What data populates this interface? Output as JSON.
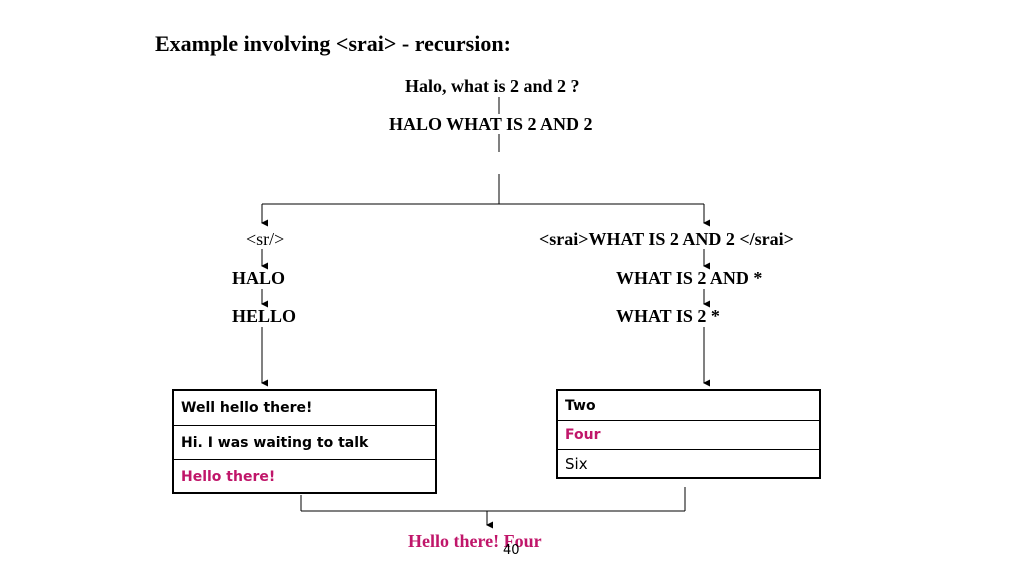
{
  "title": "Example involving <srai> - recursion:",
  "input": "Halo, what is 2 and 2 ?",
  "normalized": "HALO WHAT IS 2 AND 2",
  "left_branch": {
    "tag": "<sr/>",
    "steps": [
      "HALO",
      "HELLO"
    ],
    "templates": [
      "Well hello there!",
      "Hi. I was waiting to talk",
      "Hello there!"
    ]
  },
  "right_branch": {
    "tag": "<srai>WHAT IS 2 AND 2 </srai>",
    "steps": [
      "WHAT IS 2 AND *",
      "WHAT IS 2 *"
    ],
    "templates": [
      "Two",
      "Four",
      "Six"
    ]
  },
  "result": "Hello there! Four",
  "page_number": "40",
  "colors": {
    "highlight": "#c0166a",
    "line": "#000000"
  }
}
